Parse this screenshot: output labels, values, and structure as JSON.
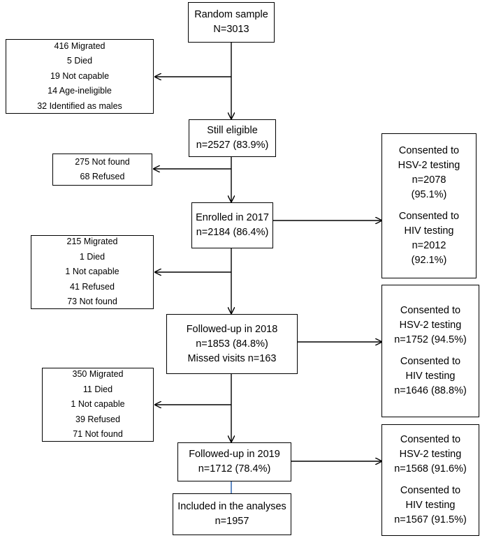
{
  "boxes": {
    "random_sample": [
      "Random sample",
      "N=3013"
    ],
    "excluded_1": [
      "416 Migrated",
      "5 Died",
      "19 Not capable",
      "14 Age-ineligible",
      "32 Identified as males"
    ],
    "still_eligible": [
      "Still eligible",
      "n=2527 (83.9%)"
    ],
    "excluded_2": [
      "275 Not found",
      "68 Refused"
    ],
    "enrolled_2017": [
      "Enrolled in 2017",
      "n=2184 (86.4%)"
    ],
    "consent_2017": {
      "hsv": [
        "Consented to",
        "HSV-2 testing",
        "n=2078",
        "(95.1%)"
      ],
      "hiv": [
        "Consented to",
        "HIV testing",
        "n=2012",
        "(92.1%)"
      ]
    },
    "excluded_3": [
      "215 Migrated",
      "1 Died",
      "1 Not capable",
      "41 Refused",
      "73 Not found"
    ],
    "followed_2018": [
      "Followed-up in 2018",
      "n=1853 (84.8%)",
      "Missed visits n=163"
    ],
    "consent_2018": {
      "hsv": [
        "Consented to",
        "HSV-2 testing",
        "n=1752 (94.5%)"
      ],
      "hiv": [
        "Consented to",
        "HIV testing",
        "n=1646 (88.8%)"
      ]
    },
    "excluded_4": [
      "350 Migrated",
      "11 Died",
      "1 Not capable",
      "39 Refused",
      "71  Not found"
    ],
    "followed_2019": [
      "Followed-up in 2019",
      "n=1712 (78.4%)"
    ],
    "consent_2019": {
      "hsv": [
        "Consented to",
        "HSV-2 testing",
        "n=1568 (91.6%)"
      ],
      "hiv": [
        "Consented to",
        "HIV testing",
        "n=1567 (91.5%)"
      ]
    },
    "included": [
      "Included in the analyses",
      "n=1957"
    ]
  }
}
